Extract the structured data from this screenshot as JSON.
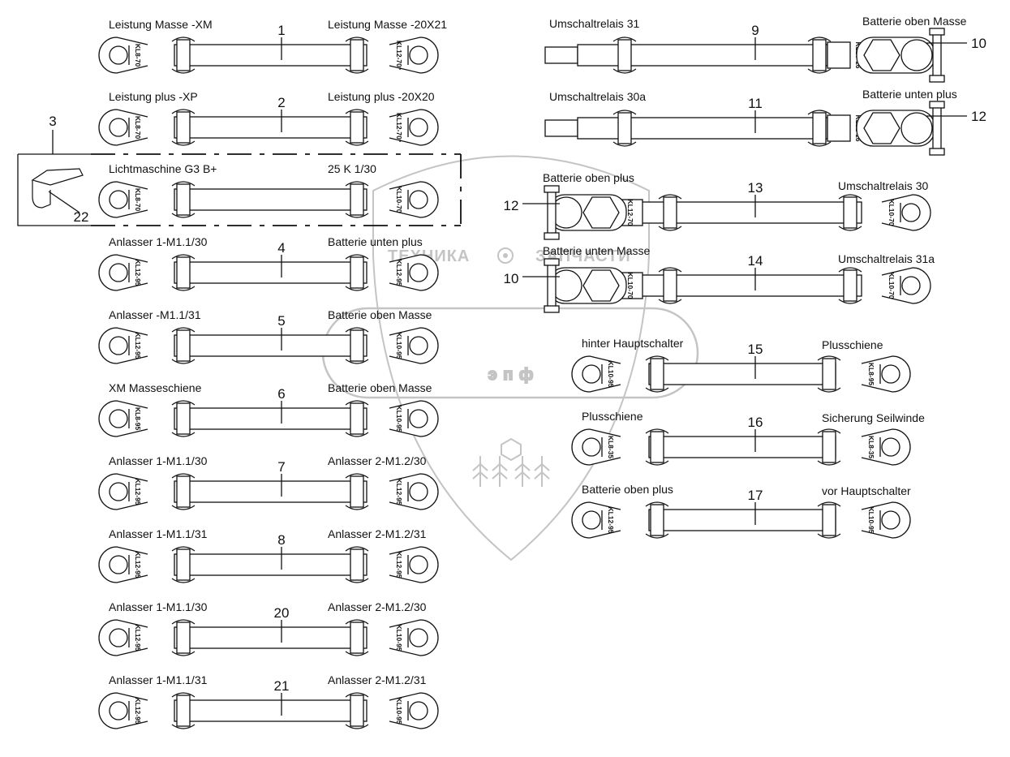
{
  "watermark": {
    "text_left": "ТЕХНИКА",
    "text_right": "ЗАПЧАСТИ",
    "logo_letters": "э п ф",
    "color": "#c4c4c4"
  },
  "left_cables": [
    {
      "num": "1",
      "left": "Leistung Masse -XM",
      "right": "Leistung Masse -20X21",
      "tag_left": "KL8-70",
      "tag_right": "KL12-70*"
    },
    {
      "num": "2",
      "left": "Leistung plus -XP",
      "right": "Leistung plus -20X20",
      "tag_left": "KL8-70",
      "tag_right": "KL12-70*"
    },
    {
      "num": "",
      "left": "Lichtmaschine G3 B+",
      "right": "25 K 1/30",
      "tag_left": "KL8-70",
      "tag_right": "KL10-70"
    },
    {
      "num": "4",
      "left": "Anlasser 1-M1.1/30",
      "right": "Batterie unten plus",
      "tag_left": "KL12-95",
      "tag_right": "KL12-95"
    },
    {
      "num": "5",
      "left": "Anlasser -M1.1/31",
      "right": "Batterie oben Masse",
      "tag_left": "KL12-95",
      "tag_right": "KL10-95"
    },
    {
      "num": "6",
      "left": "XM Masseschiene",
      "right": "Batterie oben Masse",
      "tag_left": "KL8-95",
      "tag_right": "KL10-95"
    },
    {
      "num": "7",
      "left": "Anlasser 1-M1.1/30",
      "right": "Anlasser 2-M1.2/30",
      "tag_left": "KL12-95",
      "tag_right": "KL12-95"
    },
    {
      "num": "8",
      "left": "Anlasser 1-M1.1/31",
      "right": "Anlasser 2-M1.2/31",
      "tag_left": "KL12-95",
      "tag_right": "KL12-95"
    },
    {
      "num": "20",
      "left": "Anlasser 1-M1.1/30",
      "right": "Anlasser 2-M1.2/30",
      "tag_left": "KL12-95",
      "tag_right": "KL10-95"
    },
    {
      "num": "21",
      "left": "Anlasser 1-M1.1/31",
      "right": "Anlasser 2-M1.2/31",
      "tag_left": "KL12-95",
      "tag_right": "KL10-95"
    }
  ],
  "inset": {
    "num": "3",
    "sub": "22"
  },
  "clamp_cables": [
    {
      "num": "9",
      "left": "Umschaltrelais 31",
      "right": "Batterie oben Masse",
      "callout": "10",
      "tag": "KL10-16"
    },
    {
      "num": "11",
      "left": "Umschaltrelais 30a",
      "right": "Batterie unten plus",
      "callout": "12",
      "tag": "KL12-16"
    }
  ],
  "reverse_cables": [
    {
      "num": "13",
      "left": "Batterie oben plus",
      "right": "Umschaltrelais 30",
      "callout": "12",
      "tag_left": "KL12-70",
      "tag_right": "KL10-70"
    },
    {
      "num": "14",
      "left": "Batterie unten Masse",
      "right": "Umschaltrelais 31a",
      "callout": "10",
      "tag_left": "KL10-70",
      "tag_right": "KL10-70"
    }
  ],
  "right_cables": [
    {
      "num": "15",
      "left": "hinter Hauptschalter",
      "right": "Plusschiene",
      "tag_left": "KL10-95",
      "tag_right": "KL8-95"
    },
    {
      "num": "16",
      "left": "Plusschiene",
      "right": "Sicherung Seilwinde",
      "tag_left": "KL8-35",
      "tag_right": "KL8-35"
    },
    {
      "num": "17",
      "left": "Batterie oben plus",
      "right": "vor Hauptschalter",
      "tag_left": "KL12-95",
      "tag_right": "KL10-95"
    }
  ]
}
